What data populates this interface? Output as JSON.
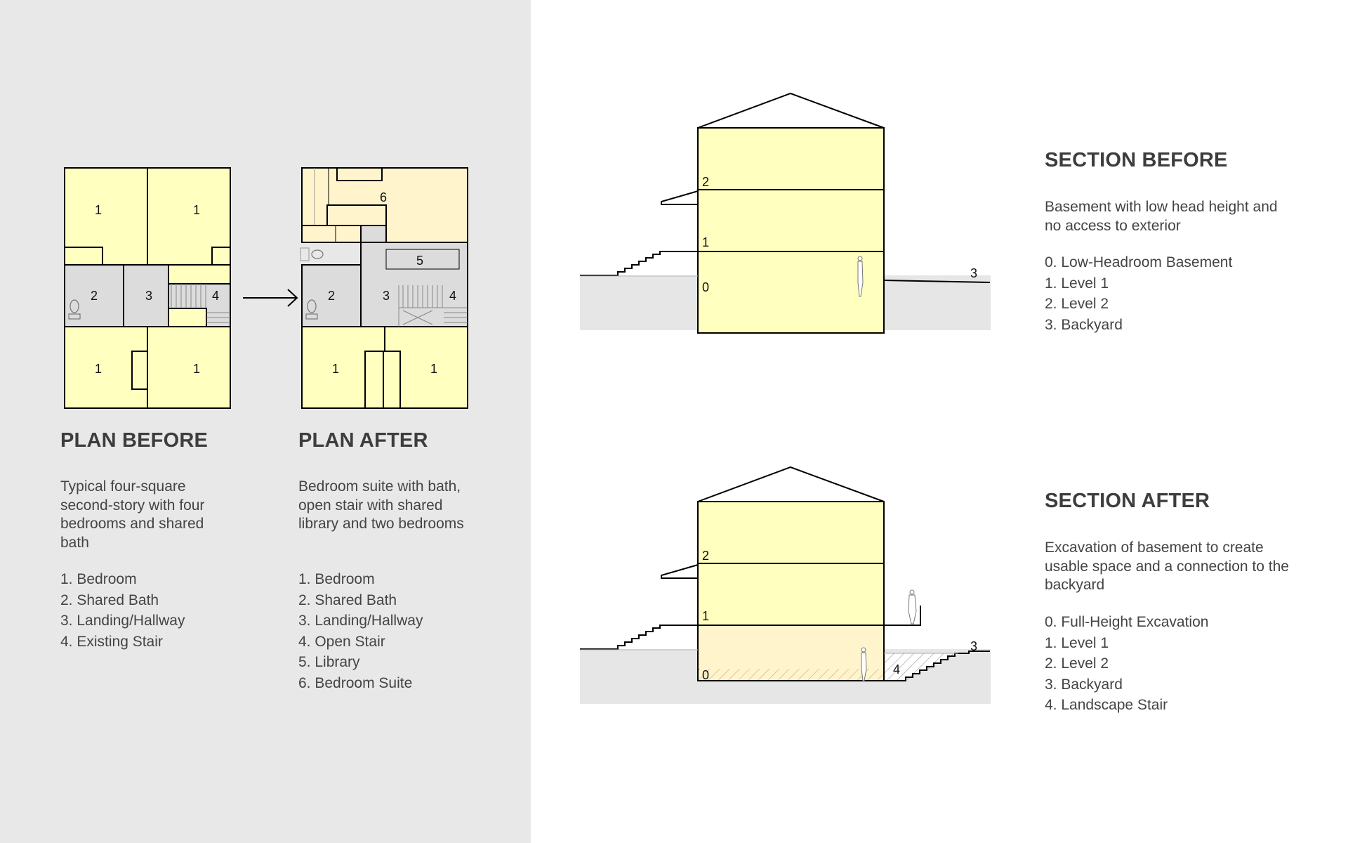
{
  "colors": {
    "panel_bg": "#e8e8e8",
    "room_yellow": "#ffffc0",
    "suite_cream": "#fff4cc",
    "circulation_gray": "#dcdcdc",
    "ground_gray": "#e6e6e6",
    "line": "#000000",
    "heading_text": "#3d3d3d",
    "body_text": "#444444"
  },
  "arrow": {
    "icon": "right-arrow-icon"
  },
  "plan_before": {
    "title": "PLAN BEFORE",
    "description": "Typical four-square second-story with four bedrooms and shared bath",
    "legend": [
      "1. Bedroom",
      "2. Shared Bath",
      "3. Landing/Hallway",
      "4. Existing Stair"
    ],
    "labels": [
      "1",
      "1",
      "2",
      "3",
      "4",
      "1",
      "1"
    ]
  },
  "plan_after": {
    "title": "PLAN AFTER",
    "description": "Bedroom suite with bath, open stair with shared library and two bedrooms",
    "legend": [
      "1. Bedroom",
      "2. Shared Bath",
      "3. Landing/Hallway",
      "4. Open Stair",
      "5. Library",
      "6. Bedroom Suite"
    ],
    "labels": [
      "6",
      "5",
      "2",
      "3",
      "4",
      "1",
      "1"
    ]
  },
  "section_before": {
    "title": "SECTION BEFORE",
    "description": "Basement with low head height and no access to exterior",
    "legend": [
      "0. Low-Headroom Basement",
      "1. Level 1",
      "2. Level 2",
      "3. Backyard"
    ],
    "labels": [
      "2",
      "1",
      "0",
      "3"
    ]
  },
  "section_after": {
    "title": "SECTION AFTER",
    "description": "Excavation of basement to create usable space and a connection to the backyard",
    "legend": [
      "0. Full-Height Excavation",
      "1. Level 1",
      "2. Level 2",
      "3. Backyard",
      "4. Landscape Stair"
    ],
    "labels": [
      "2",
      "1",
      "0",
      "4",
      "3"
    ]
  }
}
